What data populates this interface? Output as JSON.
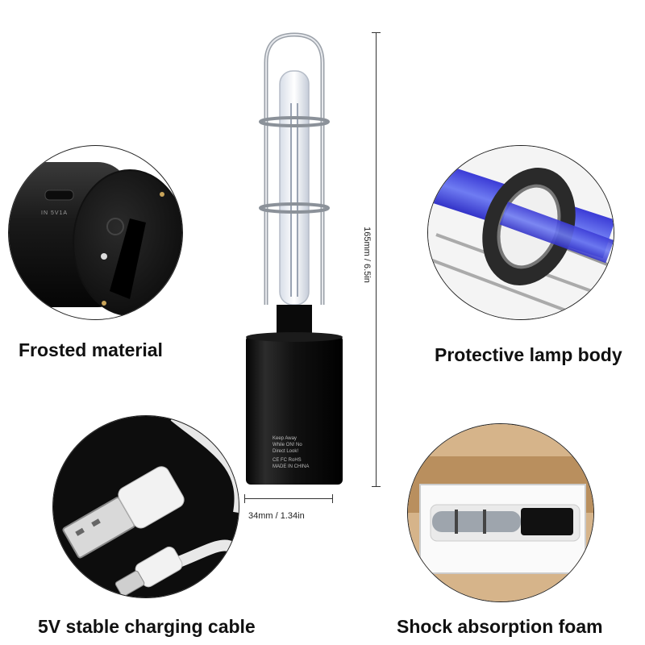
{
  "captions": {
    "frosted": "Frosted material",
    "protective": "Protective lamp body",
    "cable": "5V stable charging cable",
    "foam": "Shock absorption foam"
  },
  "dimensions": {
    "height": "165mm / 6.5in",
    "width": "34mm / 1.34in"
  },
  "product_print": {
    "port_label": "IN 5V1A",
    "warning_lines": [
      "Keep Away",
      "While ON! No",
      "Direct Look!"
    ],
    "marks": "CE FC RoHS",
    "origin": "MADE IN CHINA"
  }
}
